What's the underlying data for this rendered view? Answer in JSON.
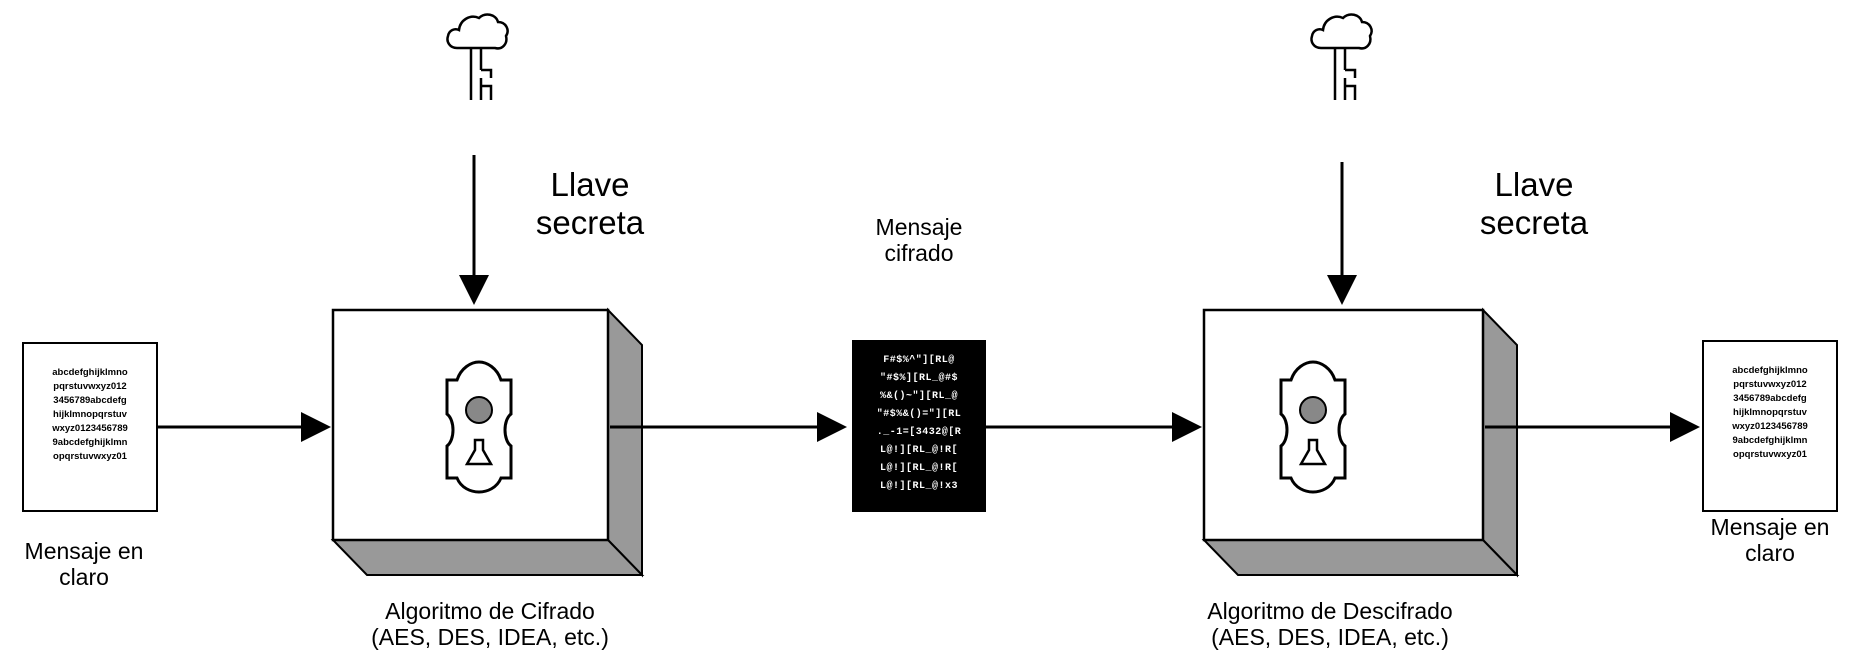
{
  "colors": {
    "line": "#000000",
    "box_face": "#ffffff",
    "box_side": "#999999",
    "lock_dot": "#888888",
    "cipher_bg": "#000000"
  },
  "icons": [
    "cloud-key-icon",
    "cloud-key-icon",
    "lock-icon",
    "lock-icon"
  ],
  "labels": {
    "key_left": [
      "Llave",
      "secreta"
    ],
    "key_right": [
      "Llave",
      "secreta"
    ],
    "cipher_message": [
      "Mensaje",
      "cifrado"
    ],
    "plain_left": [
      "Mensaje en",
      "claro"
    ],
    "plain_right": [
      "Mensaje en",
      "claro"
    ],
    "encrypt_algorithm": [
      "Algoritmo de Cifrado",
      "(AES, DES, IDEA, etc.)"
    ],
    "decrypt_algorithm": [
      "Algoritmo de Descifrado",
      "(AES, DES, IDEA, etc.)"
    ]
  },
  "plain_text_lines": [
    "abcdefghijklmno",
    "pqrstuvwxyz012",
    "3456789abcdefg",
    "hijklmnopqrstuv",
    "wxyz0123456789",
    "9abcdefghijklmn",
    "opqrstuvwxyz01"
  ],
  "cipher_text_lines": [
    "F#$%^\"][RL@",
    "\"#$%][RL_@#$",
    "%&()~\"][RL_@",
    "\"#$%&()=\"][RL",
    "._-1=[3432@[R",
    "L@!][RL_@!R[",
    "L@!][RL_@!R[",
    "L@!][RL_@!x3"
  ]
}
